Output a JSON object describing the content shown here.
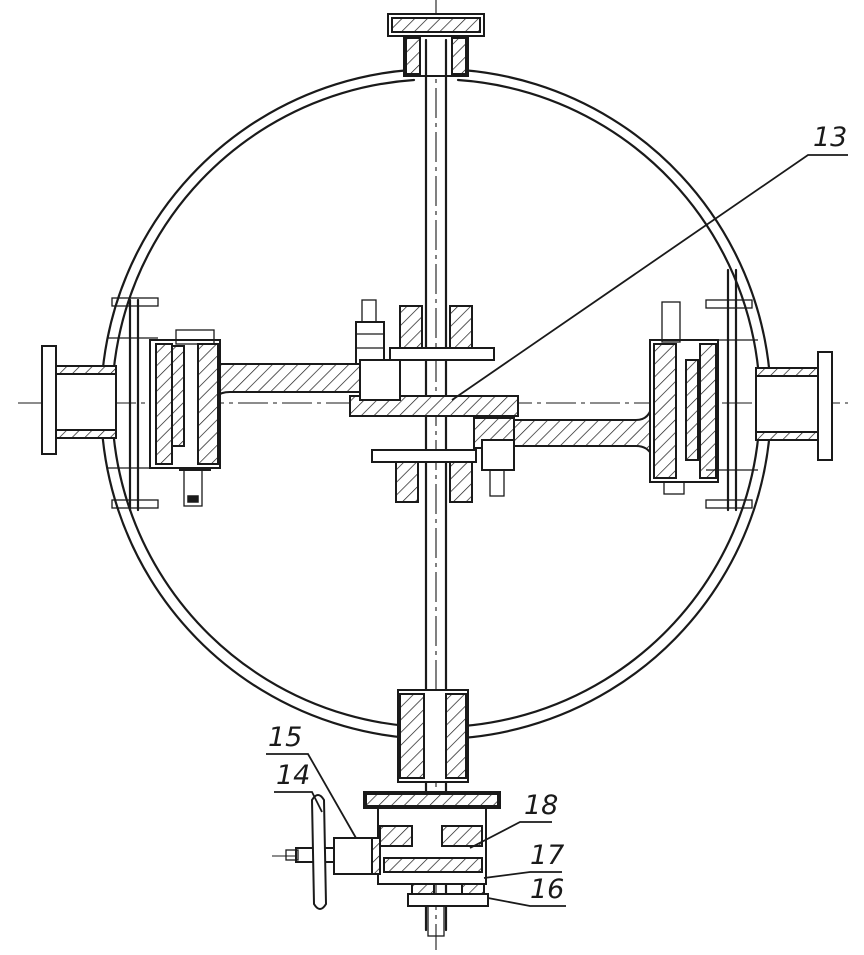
{
  "callouts": [
    {
      "id": "13",
      "text": "13"
    },
    {
      "id": "14",
      "text": "14"
    },
    {
      "id": "15",
      "text": "15"
    },
    {
      "id": "16",
      "text": "16"
    },
    {
      "id": "17",
      "text": "17"
    },
    {
      "id": "18",
      "text": "18"
    }
  ],
  "colors": {
    "ink": "#1a1a1a",
    "paper": "#ffffff"
  }
}
